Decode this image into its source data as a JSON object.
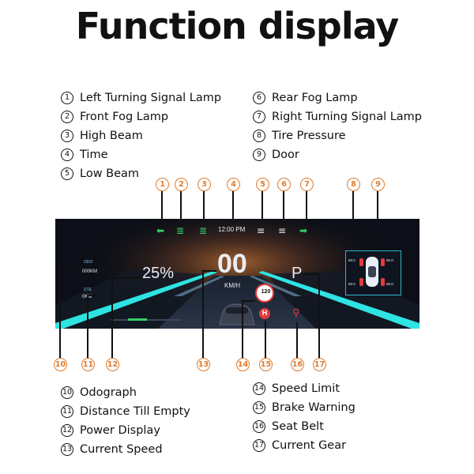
{
  "title": "Function display",
  "legend_left_top": [
    {
      "num": "①",
      "label": "Left Turning Signal Lamp"
    },
    {
      "num": "②",
      "label": "Front Fog Lamp"
    },
    {
      "num": "③",
      "label": "High Beam"
    },
    {
      "num": "④",
      "label": "Time"
    },
    {
      "num": "⑤",
      "label": "Low Beam"
    }
  ],
  "legend_right_top": [
    {
      "num": "⑥",
      "label": "Rear Fog Lamp"
    },
    {
      "num": "⑦",
      "label": "Right Turning Signal Lamp"
    },
    {
      "num": "⑧",
      "label": "Tire Pressure"
    },
    {
      "num": "⑨",
      "label": "Door"
    }
  ],
  "legend_left_bottom": [
    {
      "num": "⑩",
      "label": "Odograph"
    },
    {
      "num": "⑪",
      "label": "Distance Till Empty"
    },
    {
      "num": "⑫",
      "label": "Power Display"
    },
    {
      "num": "⑬",
      "label": "Current Speed"
    }
  ],
  "legend_right_bottom": [
    {
      "num": "⑭",
      "label": "Speed Limit"
    },
    {
      "num": "⑮",
      "label": "Brake Warning"
    },
    {
      "num": "⑯",
      "label": "Seat Belt"
    },
    {
      "num": "⑰",
      "label": "Current Gear"
    }
  ],
  "callouts": {
    "c1": "1",
    "c2": "2",
    "c3": "3",
    "c4": "4",
    "c5": "5",
    "c6": "6",
    "c7": "7",
    "c8": "8",
    "c9": "9",
    "c10": "10",
    "c11": "11",
    "c12": "12",
    "c13": "13",
    "c14": "14",
    "c15": "15",
    "c16": "16",
    "c17": "17"
  },
  "dashboard": {
    "time": "12:00 PM",
    "odo_label": "ODO",
    "odo_value": "000KM",
    "dte_label": "DTE",
    "dte_value": "0KM",
    "power": "25%",
    "speed": "00",
    "speed_unit": "KM/H",
    "speed_limit": "120",
    "brake": "H",
    "gear": "P",
    "tire_fl": "50.0",
    "tire_fr": "50.0",
    "tire_rl": "50.0",
    "tire_rr": "50.0"
  },
  "colors": {
    "callout": "#e07b2c",
    "indicator_green": "#35d06a",
    "panel_bg": "#0c0f17",
    "road_cyan": "#2fe3e3",
    "warning_red": "#e23b3b"
  },
  "icons": {
    "left_turn": "left-turn-arrow-icon",
    "front_fog": "front-fog-lamp-icon",
    "high_beam": "high-beam-icon",
    "low_beam": "low-beam-icon",
    "rear_fog": "rear-fog-lamp-icon",
    "right_turn": "right-turn-arrow-icon",
    "seat_belt": "seat-belt-icon"
  }
}
